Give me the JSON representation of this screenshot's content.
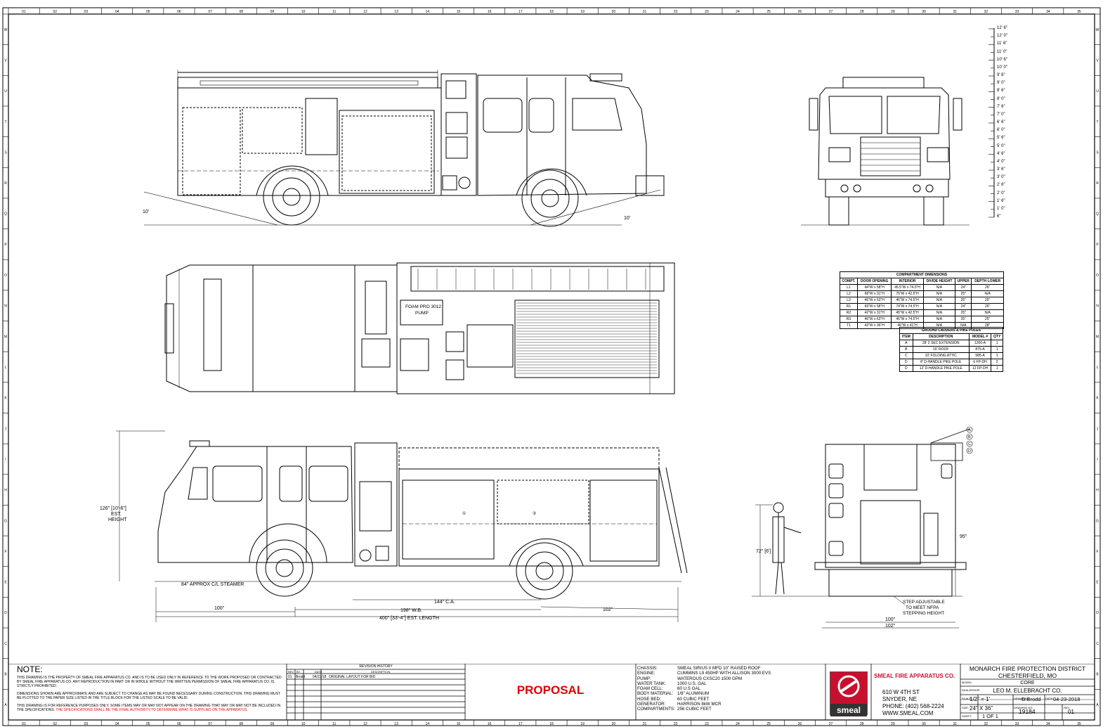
{
  "grid": {
    "columns": [
      "01",
      "02",
      "03",
      "04",
      "05",
      "06",
      "07",
      "08",
      "09",
      "10",
      "11",
      "12",
      "13",
      "14",
      "15",
      "16",
      "17",
      "18",
      "19",
      "20",
      "21",
      "22",
      "23",
      "24",
      "25",
      "26",
      "27",
      "28",
      "29",
      "30",
      "31",
      "32",
      "33",
      "34",
      "35"
    ],
    "rows": [
      "W",
      "V",
      "U",
      "T",
      "S",
      "R",
      "Q",
      "P",
      "O",
      "N",
      "M",
      "L",
      "K",
      "J",
      "I",
      "H",
      "G",
      "F",
      "E",
      "D",
      "C",
      "B",
      "A"
    ]
  },
  "height_scale": [
    "12' 6\"",
    "12' 0\"",
    "11' 6\"",
    "11' 0\"",
    "10' 6\"",
    "10' 0\"",
    "9' 6\"",
    "9' 0\"",
    "8' 6\"",
    "8' 0\"",
    "7' 6\"",
    "7' 0\"",
    "6' 6\"",
    "6' 0\"",
    "5' 6\"",
    "5' 0\"",
    "4' 6\"",
    "4' 0\"",
    "3' 6\"",
    "3' 0\"",
    "2' 6\"",
    "2' 0\"",
    "1' 6\"",
    "1' 0\"",
    "6\""
  ],
  "side_view_left": {
    "angle_left": "10'",
    "angle_right": "10'"
  },
  "top_view": {
    "foam_label_1": "FOAM PRO 3012",
    "foam_label_2": "PUMP"
  },
  "side_view_right": {
    "height_label": "126\" [10'-6\"]",
    "height_est": "EST.",
    "height_word": "HEIGHT",
    "steamer": "84\" APPROX C/L STEAMER",
    "dim_100": "100\"",
    "dim_ca": "144\" C.A.",
    "dim_wb": "198\" W.B.",
    "dim_102": "102\"",
    "dim_length": "400\" [33'-4\"] EST. LENGTH",
    "callout_1": "①",
    "callout_2": "②"
  },
  "rear_view": {
    "person_height": "72\" [6']",
    "dim_95": "95\"",
    "step_note_1": "STEP ADJUSTABLE",
    "step_note_2": "TO MEET NFPA",
    "step_note_3": "STEPPING HEIGHT",
    "dim_100": "100\"",
    "dim_102": "102\"",
    "ladder_callouts": [
      "A",
      "B",
      "C",
      "D"
    ]
  },
  "compartment_table": {
    "title": "COMPARTMENT DIMENSIONS",
    "headers": [
      "COMPT.",
      "DOOR OPENING",
      "INTERIOR",
      "DIVIDE HEIGHT",
      "UPPER",
      "DEPTH LOWER"
    ],
    "rows": [
      [
        "L1",
        "44\"W x 58\"H",
        "45.5\"W x 74.5\"H",
        "N/A",
        "24\"",
        "26\""
      ],
      [
        "L2",
        "68\"W x 31\"H",
        "75\"W x 42.5\"H",
        "N/A",
        "25\"",
        "N/A"
      ],
      [
        "L3",
        "46\"W x 63\"H",
        "46\"W x 74.5\"H",
        "N/A",
        "25\"",
        "25\""
      ],
      [
        "R1",
        "69\"W x 58\"H",
        "74\"W x 74.5\"H",
        "N/A",
        "24\"",
        "26\""
      ],
      [
        "R2",
        "42\"W x 31\"H",
        "45\"W x 42.5\"H",
        "N/A",
        "25\"",
        "N/A"
      ],
      [
        "R3",
        "46\"W x 63\"H",
        "46\"W x 74.5\"H",
        "N/A",
        "25\"",
        "25\""
      ],
      [
        "T1",
        "43\"W x 36\"H",
        "46\"W x 41\"H",
        "N/A",
        "N/A",
        "28\""
      ]
    ]
  },
  "ladder_table": {
    "title": "GROUND LADDERS & PIKE POLES",
    "headers": [
      "ITEM",
      "DESCRIPTION",
      "MODEL #",
      "QTY"
    ],
    "rows": [
      [
        "A",
        "28' 2 SEC EXTENSION",
        "1200-A",
        "1"
      ],
      [
        "B",
        "16' ROOF",
        "875-A",
        "1"
      ],
      [
        "C",
        "10' FOLDING ATTIC",
        "585-A",
        "1"
      ],
      [
        "D",
        "8' D-HANDLE PIKE POLE",
        "6 FP-DH",
        "2"
      ],
      [
        "D",
        "12' D-HANDLE PIKE POLE",
        "12 FP-DH",
        "1"
      ]
    ]
  },
  "notes": {
    "title": "NOTE:",
    "p1": "THIS DRAWING IS THE PROPERTY OF SMEAL FIRE APPARATUS CO. AND IS TO BE USED ONLY IN REFERENCE TO THE WORK PROPOSED OR CONTRACTED BY SMEAL FIRE APPARATUS CO. ANY REPRODUCTION IN PART OR IN WHOLE WITHOUT THE WRITTEN PERMISSION OF SMEAL FIRE APPARATUS CO. IS STRICTLY PROHIBITED.",
    "p2": "DIMENSIONS SHOWN ARE APPROXIMATE AND ARE SUBJECT TO CHANGE AS MAY BE FOUND NECESSARY DURING CONSTRUCTION. THIS DRAWING MUST BE PLOTTED TO THE PAPER SIZE LISTED IN THE TITLE BLOCK FOR THE LISTED SCALE TO BE VALID.",
    "p3": "THIS DRAWING IS FOR REFERENCE PURPOSES ONLY. SOME ITEMS MAY OR MAY NOT APPEAR ON THE DRAWING THAT MAY OR MAY NOT BE INCLUDED IN THE SPECIFICATIONS.",
    "p3_red": "THE SPECIFICATIONS SHALL BE THE FINAL AUTHORITY TO DETERMINE WHAT IS SUPPLIED ON THE APPARATUS."
  },
  "revision_history": {
    "title": "REVISION HISTORY",
    "headers": [
      "REV",
      "BY",
      "DATE",
      "DESCRIPTION"
    ],
    "row": [
      "01",
      "Brodd",
      "04/23/18",
      "ORIGINAL LAYOUT FOR BID"
    ]
  },
  "proposal": "PROPOSAL",
  "specs": [
    [
      "CHASSIS:",
      "SMEAL SIRIUS II MFD 10\" RAISED ROOF"
    ],
    [
      "ENGINE:",
      "CUMMINS L9 450HP WITH ALLISON 3000 EVS"
    ],
    [
      "PUMP:",
      "WATEROUS CXSC20 1500 GPM"
    ],
    [
      "WATER TANK:",
      "1000 U.S. GAL"
    ],
    [
      "FOAM CELL:",
      "60 U.S GAL"
    ],
    [
      "BODY MATERIAL:",
      "1/8\" ALUMINUM"
    ],
    [
      "HOSE BED:",
      "60 CUBIC FEET"
    ],
    [
      "GENERATOR:",
      "HARRISON 8kW MCR"
    ],
    [
      "COMPARTMENTS:",
      "256 CUBIC FEET"
    ]
  ],
  "company": {
    "logo_text": "smeal",
    "name": "SMEAL FIRE APPARATUS CO.",
    "address1": "610 W 4TH ST",
    "address2": "SNYDER, NE",
    "phone": "PHONE: (402) 568-2224",
    "web": "WWW.SMEAL.COM"
  },
  "title_block": {
    "customer_1": "MONARCH FIRE PROTECTION DISTRICT",
    "customer_2": "CHESTERFIELD, MO",
    "model_label": "MODEL:",
    "model": "CORE",
    "dealer_label": "DEALERSHIP:",
    "dealer": "LEO M. ELLEBRACHT CO.",
    "scale_label": "SCALE:",
    "scale": "1/2\" = 1'",
    "drawn_label": "DRAWN BY:",
    "drawn": "D.Brodd",
    "date_label": "DATE:",
    "date": "04-23-2018",
    "size_label": "SIZE:",
    "size": "24\" X 36\"",
    "drawing_label": "DRAWING NO:",
    "drawing": "19184",
    "rev_label": "REV:",
    "rev": "01",
    "sheet_label": "SHEET:",
    "sheet": "1 OF 1"
  }
}
